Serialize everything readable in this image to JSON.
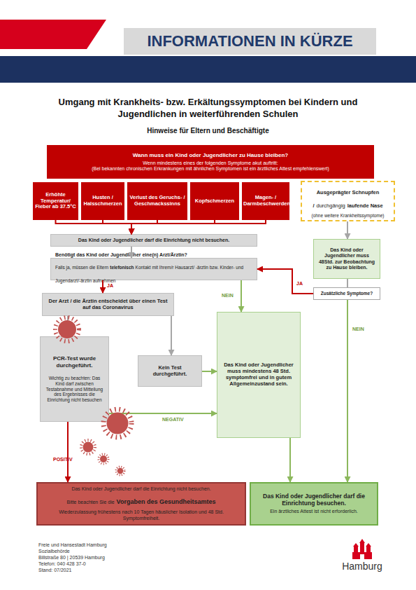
{
  "diagram": {
    "title": "Umgang mit Krankheits- bzw. Erkältungssymptomen bei Kindern und Jugendlichen in weiterführenden Schulen",
    "nodes": [
      {
        "text": [
          "INFORMATIONEN IN KÜRZE"
        ]
      },
      {
        "text": [
          "Wann muss ein Kind oder Jugendlicher zu Hause bleiben?",
          "Wenn mindestens eines der folgenden Symptome akut auftritt:",
          "(Bei bekannten chronischen Erkrankungen mit ähnlichen Symptomen ist ein ärztliches Attest empfehlenswert)"
        ]
      },
      {
        "text": [
          "Erhöhte Temperatur/ Fieber ab 37.5°C"
        ]
      },
      {
        "text": [
          "Husten / Halsschmerzen"
        ]
      },
      {
        "text": [
          "Verlust des Geruchs- / Geschmackssinns"
        ]
      },
      {
        "text": [
          "Kopfschmerzen"
        ]
      },
      {
        "text": [
          "Magen- / Darmbeschwerden"
        ]
      },
      {
        "text": [
          "Ausgeprägter Schnupfen /",
          "durchgängig",
          "laufende Nase",
          "(ohne weitere Krankheitssymptome)"
        ]
      },
      {
        "text": [
          "Das Kind oder Jugendlicher darf die Einrichtung nicht besuchen."
        ]
      },
      {
        "text": [
          "Das Kind oder Jugendlicher muss 48Std. zur Beobachtung zu Hause bleiben."
        ]
      },
      {
        "text": [
          "Benötigt das Kind oder Jugendlicher eine(n) Arzt/Ärztin?",
          "Falls ja, müssen die Eltern",
          "telefonisch",
          "Kontakt mit Ihrem/r Hausarzt/ -ärztin bzw. Kinder- und Jugendarzt/-ärztin aufnehmen"
        ]
      },
      {
        "text": [
          "Zusätzliche Symptome?"
        ]
      },
      {
        "text": [
          "Der Arzt / die Ärztin entscheidet über einen Test auf das Coronavirus"
        ]
      },
      {
        "text": [
          "PCR-Test wurde durchgeführt.",
          "Wichtig zu beachten: Das Kind darf zwischen Testabnahme und Mitteilung des Ergebnisses die Einrichtung nicht besuchen"
        ]
      },
      {
        "text": [
          "Kein Test durchgeführt."
        ]
      },
      {
        "text": [
          "Das Kind oder Jugendlicher muss mindestens 48 Std. symptomfrei und in gutem Allgemeinzustand sein."
        ]
      },
      {
        "text": [
          "Das Kind oder Jugendlicher darf die Einrichtung nicht besuchen.",
          "Bitte beachten Sie die",
          "Vorgaben des Gesundheitsamtes",
          "Wiederzulassung frühestens nach 10 Tagen häuslicher Isolation und 48 Std. Symptomfreiheit."
        ]
      },
      {
        "text": [
          "Das Kind oder Jugendlicher darf die Einrichtung besuchen.",
          "Ein ärztliches Attest ist nicht erforderlich."
        ]
      }
    ],
    "edges": [
      {
        "from": 2,
        "to": 8,
        "arrow": "to"
      },
      {
        "from": 3,
        "to": 8,
        "arrow": "to"
      },
      {
        "from": 4,
        "to": 8,
        "arrow": "to"
      },
      {
        "from": 5,
        "to": 8,
        "arrow": "to"
      },
      {
        "from": 6,
        "to": 8,
        "arrow": "to"
      },
      {
        "from": 7,
        "to": 9,
        "arrow": "to"
      },
      {
        "from": 8,
        "to": 10,
        "arrow": "to"
      },
      {
        "from": 9,
        "to": 11,
        "arrow": "none"
      },
      {
        "from": 11,
        "to": 10,
        "label": "JA",
        "arrow": "to"
      },
      {
        "from": 10,
        "to": 12,
        "label": "JA",
        "arrow": "to"
      },
      {
        "from": 10,
        "to": 15,
        "label": "NEIN",
        "arrow": "to"
      },
      {
        "from": 11,
        "to": 17,
        "label": "NEIN",
        "arrow": "to"
      },
      {
        "from": 12,
        "to": 13,
        "arrow": "to"
      },
      {
        "from": 12,
        "to": 14,
        "arrow": "to"
      },
      {
        "from": 14,
        "to": 15,
        "arrow": "to"
      },
      {
        "from": 13,
        "to": 15,
        "label": "NEGATIV",
        "arrow": "to"
      },
      {
        "from": 13,
        "to": 16,
        "label": "POSITIV",
        "arrow": "to"
      },
      {
        "from": 15,
        "to": 17,
        "arrow": "to"
      }
    ],
    "labels": [
      "Hinweise für Eltern und Beschäftigte",
      "Freie und Hansestadt Hamburg",
      "Sozialbehörde",
      "Billstraße 80 | 20539 Hamburg",
      "Telefon: 040 428 37-0",
      "Stand: 07/2021",
      "Hamburg"
    ]
  }
}
